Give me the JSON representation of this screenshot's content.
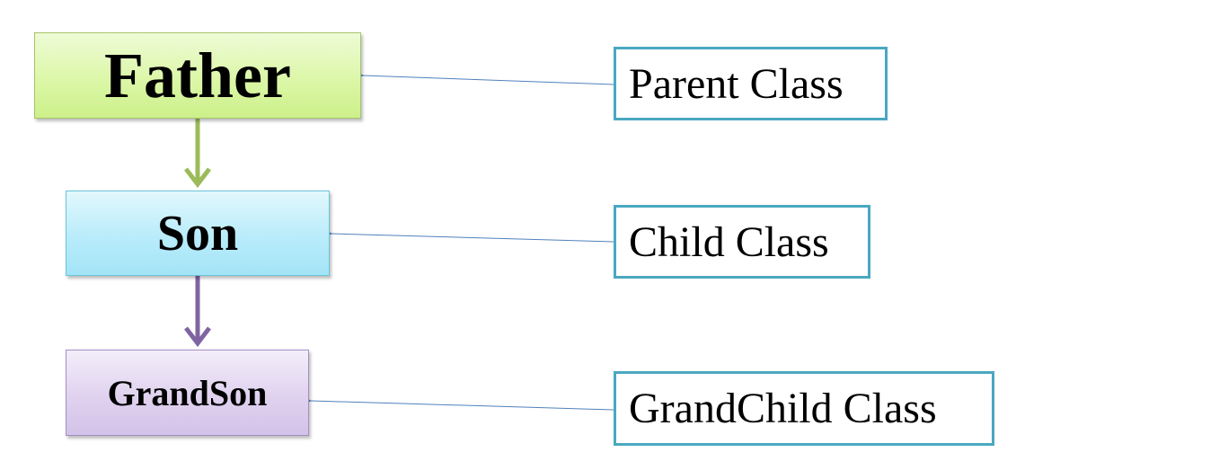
{
  "nodes": {
    "father": "Father",
    "son": "Son",
    "grandson": "GrandSon"
  },
  "labels": {
    "parent": "Parent Class",
    "child": "Child Class",
    "grandchild": "GrandChild Class"
  },
  "colors": {
    "father_fill": "#dcf7a8",
    "son_fill": "#b9ecfa",
    "grandson_fill": "#e0d2ef",
    "father_to_son_arrow": "#9bbb59",
    "son_to_grandson_arrow": "#8064a2",
    "label_border": "#4aa8c1",
    "pointer_line": "#4f81bd"
  }
}
